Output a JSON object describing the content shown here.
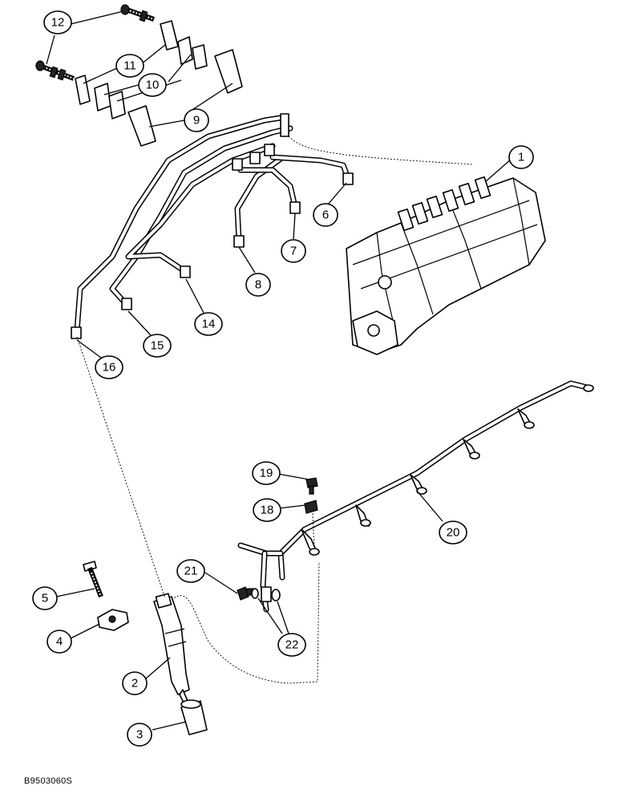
{
  "figure_code": "B9503060S",
  "callouts": [
    {
      "id": "c1",
      "label": "1"
    },
    {
      "id": "c2",
      "label": "2"
    },
    {
      "id": "c3",
      "label": "3"
    },
    {
      "id": "c4",
      "label": "4"
    },
    {
      "id": "c5",
      "label": "5"
    },
    {
      "id": "c6",
      "label": "6"
    },
    {
      "id": "c7",
      "label": "7"
    },
    {
      "id": "c8",
      "label": "8"
    },
    {
      "id": "c9",
      "label": "9"
    },
    {
      "id": "c10",
      "label": "10"
    },
    {
      "id": "c11",
      "label": "11"
    },
    {
      "id": "c12",
      "label": "12"
    },
    {
      "id": "c14",
      "label": "14"
    },
    {
      "id": "c15",
      "label": "15"
    },
    {
      "id": "c16",
      "label": "16"
    },
    {
      "id": "c18",
      "label": "18"
    },
    {
      "id": "c19",
      "label": "19"
    },
    {
      "id": "c20",
      "label": "20"
    },
    {
      "id": "c21",
      "label": "21"
    },
    {
      "id": "c22",
      "label": "22"
    }
  ]
}
